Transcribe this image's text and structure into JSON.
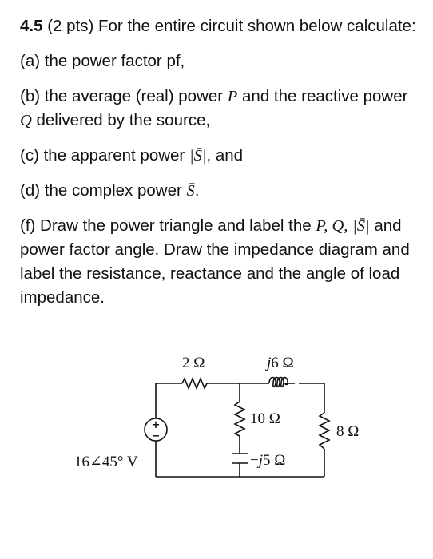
{
  "problem": {
    "number": "4.5",
    "intro": "(2 pts) For the entire circuit shown below calculate:",
    "parts": {
      "a": "(a) the power factor pf,",
      "b": [
        "(b) the average (real) power ",
        "P",
        " and the reactive power ",
        "Q",
        " delivered by the source,"
      ],
      "c": [
        "(c) the apparent power ",
        "|S̄|",
        ", and"
      ],
      "d": [
        "(d) the complex power ",
        "S̄",
        "."
      ],
      "f": [
        "(f) Draw the power triangle and label the ",
        "P, Q,",
        " ",
        "|S̄|",
        " and power factor angle. Draw the impedance diagram and label the resistance, reactance and the angle of load impedance."
      ]
    }
  },
  "circuit": {
    "source_label": "16∠45° V",
    "source_polarity": "+/−",
    "series_resistor": "2 Ω",
    "series_inductor": "j6 Ω",
    "shunt_resistor": "10 Ω",
    "shunt_capacitor": "−j5 Ω",
    "load_resistor": "8 Ω"
  }
}
